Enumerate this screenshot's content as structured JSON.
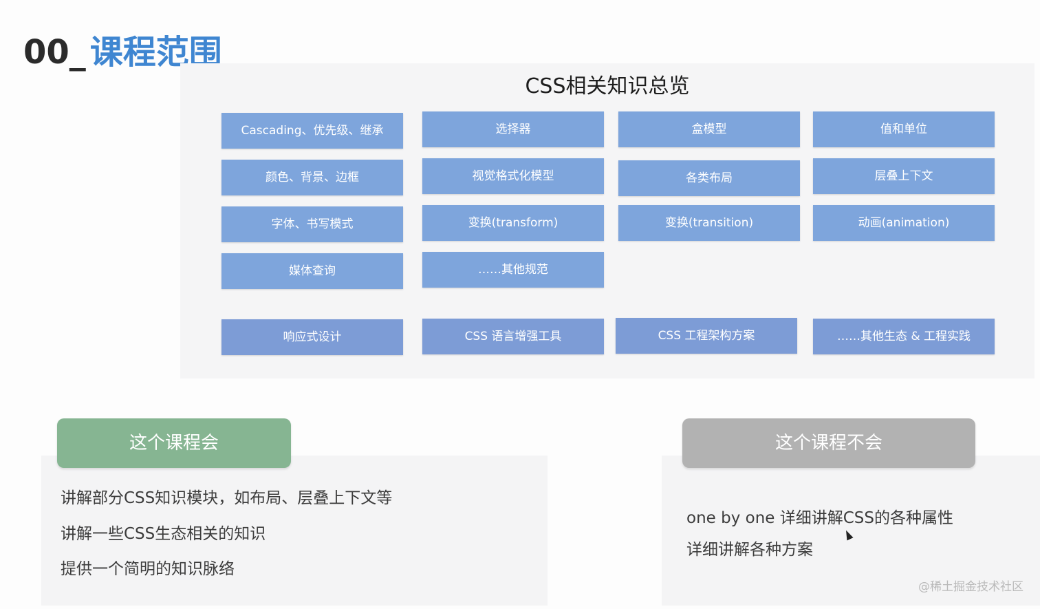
{
  "slide": {
    "number": "00_",
    "title": "课程范围"
  },
  "overview": {
    "title": "CSS相关知识总览",
    "grid": [
      [
        "Cascading、优先级、继承",
        "选择器",
        "盒模型",
        "值和单位"
      ],
      [
        "颜色、背景、边框",
        "视觉格式化模型",
        "各类布局",
        "层叠上下文"
      ],
      [
        "字体、书写模式",
        "变换(transform)",
        "变换(transition)",
        "动画(animation)"
      ],
      [
        "媒体查询",
        "……其他规范"
      ]
    ],
    "bottom_row": [
      "响应式设计",
      "CSS 语言增强工具",
      "CSS 工程架构方案",
      "……其他生态 & 工程实践"
    ]
  },
  "will": {
    "label": "这个课程会",
    "items": [
      "讲解部分CSS知识模块，如布局、层叠上下文等",
      "讲解一些CSS生态相关的知识",
      "提供一个简明的知识脉络"
    ]
  },
  "will_not": {
    "label": "这个课程不会",
    "items": [
      "one by one 详细讲解CSS的各种属性",
      "详细讲解各种方案"
    ]
  },
  "watermark": "@稀土掘金技术社区"
}
